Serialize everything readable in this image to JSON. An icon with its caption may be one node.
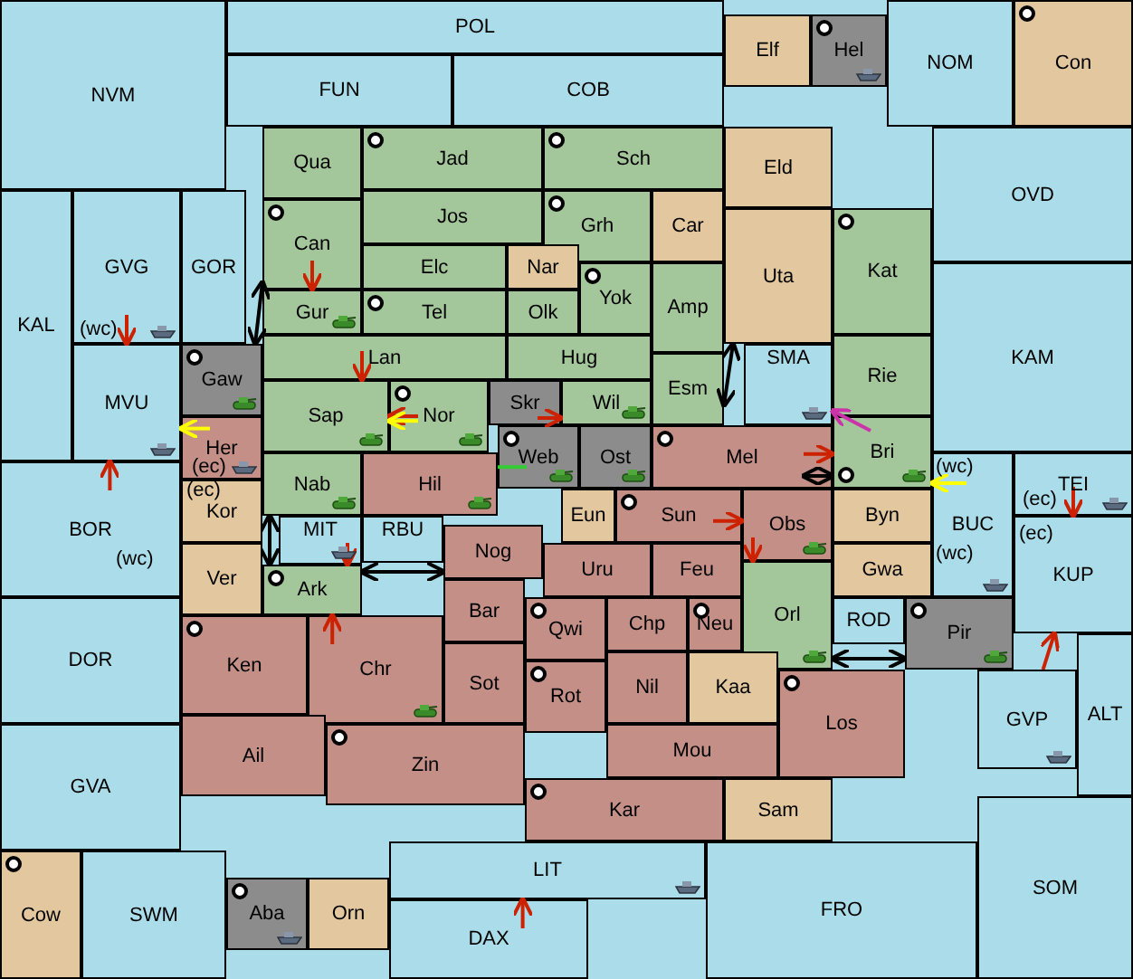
{
  "diagram": {
    "nodes": [
      {
        "text": [
          "POL"
        ]
      },
      {
        "text": [
          "NVM"
        ]
      },
      {
        "text": [
          "FUN"
        ]
      },
      {
        "text": [
          "COB"
        ]
      },
      {
        "text": [
          "Elf"
        ]
      },
      {
        "text": [
          "Hel"
        ]
      },
      {
        "text": [
          "NOM"
        ]
      },
      {
        "text": [
          "Con"
        ]
      },
      {
        "text": [
          "Jad"
        ]
      },
      {
        "text": [
          "Sch"
        ]
      },
      {
        "text": [
          "Qua"
        ]
      },
      {
        "text": [
          "Eld"
        ]
      },
      {
        "text": [
          "OVD"
        ]
      },
      {
        "text": [
          "Jos"
        ]
      },
      {
        "text": [
          "Grh"
        ]
      },
      {
        "text": [
          "Car"
        ]
      },
      {
        "text": [
          "KAL"
        ]
      },
      {
        "text": [
          "GVG"
        ]
      },
      {
        "text": [
          "Can"
        ]
      },
      {
        "text": [
          "Uta"
        ]
      },
      {
        "text": [
          "Kat"
        ]
      },
      {
        "text": [
          "Elc"
        ]
      },
      {
        "text": [
          "Nar"
        ]
      },
      {
        "text": [
          "GOR"
        ]
      },
      {
        "text": [
          "Yok"
        ]
      },
      {
        "text": [
          "Amp"
        ]
      },
      {
        "text": [
          "KAM"
        ]
      },
      {
        "text": [
          "Tel"
        ]
      },
      {
        "text": [
          "Olk"
        ]
      },
      {
        "text": [
          "Gur"
        ]
      },
      {
        "text": [
          "Gaw"
        ]
      },
      {
        "text": [
          "MVU"
        ]
      },
      {
        "text": [
          "Lan"
        ]
      },
      {
        "text": [
          "Hug"
        ]
      },
      {
        "text": [
          "Rie"
        ]
      },
      {
        "text": [
          "SMA"
        ]
      },
      {
        "text": [
          "Esm"
        ]
      },
      {
        "text": [
          "Sap"
        ]
      },
      {
        "text": [
          "Nor"
        ]
      },
      {
        "text": [
          "Skr"
        ]
      },
      {
        "text": [
          "Wil"
        ]
      },
      {
        "text": [
          "Her"
        ]
      },
      {
        "text": [
          "Bri"
        ]
      },
      {
        "text": [
          "TEI"
        ]
      },
      {
        "text": [
          "Mel"
        ]
      },
      {
        "text": [
          "Web"
        ]
      },
      {
        "text": [
          "Ost"
        ]
      },
      {
        "text": [
          "Byn"
        ]
      },
      {
        "text": [
          "Nab"
        ]
      },
      {
        "text": [
          "Hil"
        ]
      },
      {
        "text": [
          "BOR"
        ]
      },
      {
        "text": [
          "Kor"
        ]
      },
      {
        "text": [
          "Eun"
        ]
      },
      {
        "text": [
          "Sun"
        ]
      },
      {
        "text": [
          "Obs"
        ]
      },
      {
        "text": [
          "MIT"
        ]
      },
      {
        "text": [
          "Gwa"
        ]
      },
      {
        "text": [
          "BUC"
        ]
      },
      {
        "text": [
          "Ver"
        ]
      },
      {
        "text": [
          "RBU"
        ]
      },
      {
        "text": [
          "Nog"
        ]
      },
      {
        "text": [
          "Uru"
        ]
      },
      {
        "text": [
          "Feu"
        ]
      },
      {
        "text": [
          "Ark"
        ]
      },
      {
        "text": [
          "Pir"
        ]
      },
      {
        "text": [
          "KUP"
        ]
      },
      {
        "text": [
          "Orl"
        ]
      },
      {
        "text": [
          "Bar"
        ]
      },
      {
        "text": [
          "Qwi"
        ]
      },
      {
        "text": [
          "Chp"
        ]
      },
      {
        "text": [
          "Neu"
        ]
      },
      {
        "text": [
          "ROD"
        ]
      },
      {
        "text": [
          "DOR"
        ]
      },
      {
        "text": [
          "Ken"
        ]
      },
      {
        "text": [
          "Chr"
        ]
      },
      {
        "text": [
          "Sot"
        ]
      },
      {
        "text": [
          "Rot"
        ]
      },
      {
        "text": [
          "Nil"
        ]
      },
      {
        "text": [
          "Kaa"
        ]
      },
      {
        "text": [
          "Los"
        ]
      },
      {
        "text": [
          "GVP"
        ]
      },
      {
        "text": [
          "ALT"
        ]
      },
      {
        "text": [
          "Mou"
        ]
      },
      {
        "text": [
          "GVA"
        ]
      },
      {
        "text": [
          "Ail"
        ]
      },
      {
        "text": [
          "Zin"
        ]
      },
      {
        "text": [
          "Kar"
        ]
      },
      {
        "text": [
          "Sam"
        ]
      },
      {
        "text": [
          "Cow"
        ]
      },
      {
        "text": [
          "SWM"
        ]
      },
      {
        "text": [
          "Aba"
        ]
      },
      {
        "text": [
          "Orn"
        ]
      },
      {
        "text": [
          "LIT"
        ]
      },
      {
        "text": [
          "FRO"
        ]
      },
      {
        "text": [
          "SOM"
        ]
      },
      {
        "text": [
          "DAX"
        ]
      }
    ],
    "edges": [
      {
        "from": 17,
        "to": 31,
        "arrow": "to"
      },
      {
        "from": 50,
        "to": 31,
        "arrow": "to"
      },
      {
        "from": 41,
        "to": 31,
        "arrow": "to",
        "color": "#ffff00"
      },
      {
        "from": 18,
        "to": 29,
        "arrow": "to"
      },
      {
        "from": 32,
        "to": 37,
        "arrow": "to"
      },
      {
        "from": 38,
        "to": 37,
        "arrow": "to"
      },
      {
        "from": 38,
        "to": 37,
        "arrow": "to",
        "color": "#ffff00"
      },
      {
        "from": 39,
        "to": 40,
        "arrow": "to"
      },
      {
        "from": 45,
        "to": 49,
        "arrow": "none",
        "color": "#33cc33"
      },
      {
        "from": 44,
        "to": 42,
        "arrow": "to"
      },
      {
        "from": 42,
        "to": 35,
        "arrow": "to",
        "color": "#cc33aa"
      },
      {
        "from": 57,
        "to": 42,
        "arrow": "to",
        "color": "#ffff00"
      },
      {
        "from": 53,
        "to": 54,
        "arrow": "to"
      },
      {
        "from": 54,
        "to": 66,
        "arrow": "to"
      },
      {
        "from": 55,
        "to": 63,
        "arrow": "to"
      },
      {
        "from": 74,
        "to": 63,
        "arrow": "to"
      },
      {
        "from": 43,
        "to": 65,
        "arrow": "to"
      },
      {
        "from": 80,
        "to": 65,
        "arrow": "to"
      },
      {
        "from": 95,
        "to": 92,
        "arrow": "to"
      },
      {
        "from": 30,
        "to": 18,
        "arrow": "both",
        "color": "#000000"
      },
      {
        "from": 63,
        "to": 48,
        "arrow": "both",
        "color": "#000000"
      },
      {
        "from": 63,
        "to": 60,
        "arrow": "both",
        "color": "#000000"
      },
      {
        "from": 36,
        "to": 19,
        "arrow": "both",
        "color": "#000000"
      },
      {
        "from": 44,
        "to": 42,
        "arrow": "both",
        "color": "#000000"
      },
      {
        "from": 66,
        "to": 64,
        "arrow": "both",
        "color": "#000000"
      }
    ],
    "labels": [
      "(wc)",
      "(ec)",
      "(ec)",
      "(wc)",
      "(ec)",
      "(wc)",
      "(wc)",
      "(ec)"
    ]
  }
}
